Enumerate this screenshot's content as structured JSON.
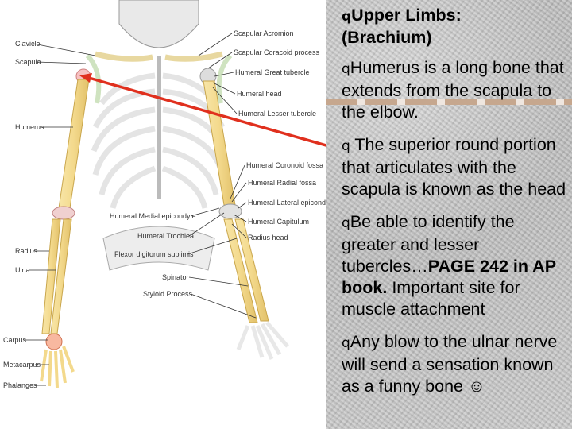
{
  "title": {
    "bullet": "q",
    "line1": "Upper Limbs:",
    "line2": "(Brachium)"
  },
  "bullets": [
    {
      "bullet": "q",
      "text": "Humerus is a long bone that extends from the scapula to the elbow."
    },
    {
      "bullet": "q",
      "text": " The superior round portion that articulates with the scapula is known as the head"
    },
    {
      "bullet": "q",
      "text_before": "Be able to identify the greater and lesser tubercles…",
      "bold": "PAGE 242 in AP book.",
      "text_after": "  Important site for muscle attachment"
    },
    {
      "bullet": "q",
      "text": "Any blow to the ulnar nerve will send a sensation known as a funny bone ",
      "emoji": "☺"
    }
  ],
  "diagram": {
    "labels_left": [
      "Clavicle",
      "Scapula",
      "Humerus",
      "Radius",
      "Ulna",
      "Carpus",
      "Metacarpus",
      "Phalanges"
    ],
    "labels_right": [
      "Scapular Acromion",
      "Scapular Coracoid process",
      "Humeral Great tubercle",
      "Humeral head",
      "Humeral Lesser tubercle",
      "Humeral Coronoid fossa",
      "Humeral Radial fossa",
      "Humeral Lateral epicondyle",
      "Humeral Capitulum",
      "Radius head"
    ],
    "labels_center": [
      "Humeral Medial epicondyle",
      "Humeral Trochlea",
      "Flexor digitorum sublimis",
      "Spinator",
      "Styloid Process"
    ],
    "colors": {
      "bone": "#f3d98c",
      "bone_edge": "#d9b85a",
      "arrow": "#e0301e",
      "rib": "#e4e4e4",
      "rib_edge": "#9a9a9a"
    }
  }
}
